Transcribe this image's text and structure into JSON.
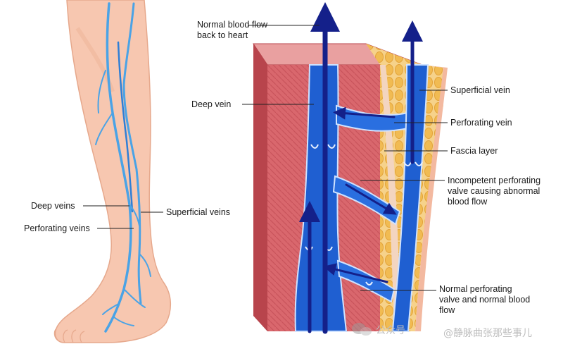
{
  "labels": {
    "normal_flow": "Normal blood flow back to heart",
    "deep_vein": "Deep vein",
    "superficial_vein": "Superficial vein",
    "perforating_vein": "Perforating vein",
    "fascia_layer": "Fascia layer",
    "incompetent_valve": "Incompetent perforating valve causing abnormal blood flow",
    "normal_valve": "Normal perforating valve and normal blood flow",
    "deep_veins": "Deep veins",
    "superficial_veins": "Superficial veins",
    "perforating_veins": "Perforating veins"
  },
  "watermark": {
    "left": "公众号",
    "right": "@静脉曲张那些事儿"
  },
  "colors": {
    "skin": "#f7c7b0",
    "skin_edge": "#e6a88c",
    "vein_light": "#4aa3e6",
    "vein_deep": "#1f5fd1",
    "arrow": "#14208a",
    "muscle": "#d9676d",
    "muscle_dark": "#b8444c",
    "fat": "#f4c86a",
    "fascia": "#f3d5c0"
  }
}
